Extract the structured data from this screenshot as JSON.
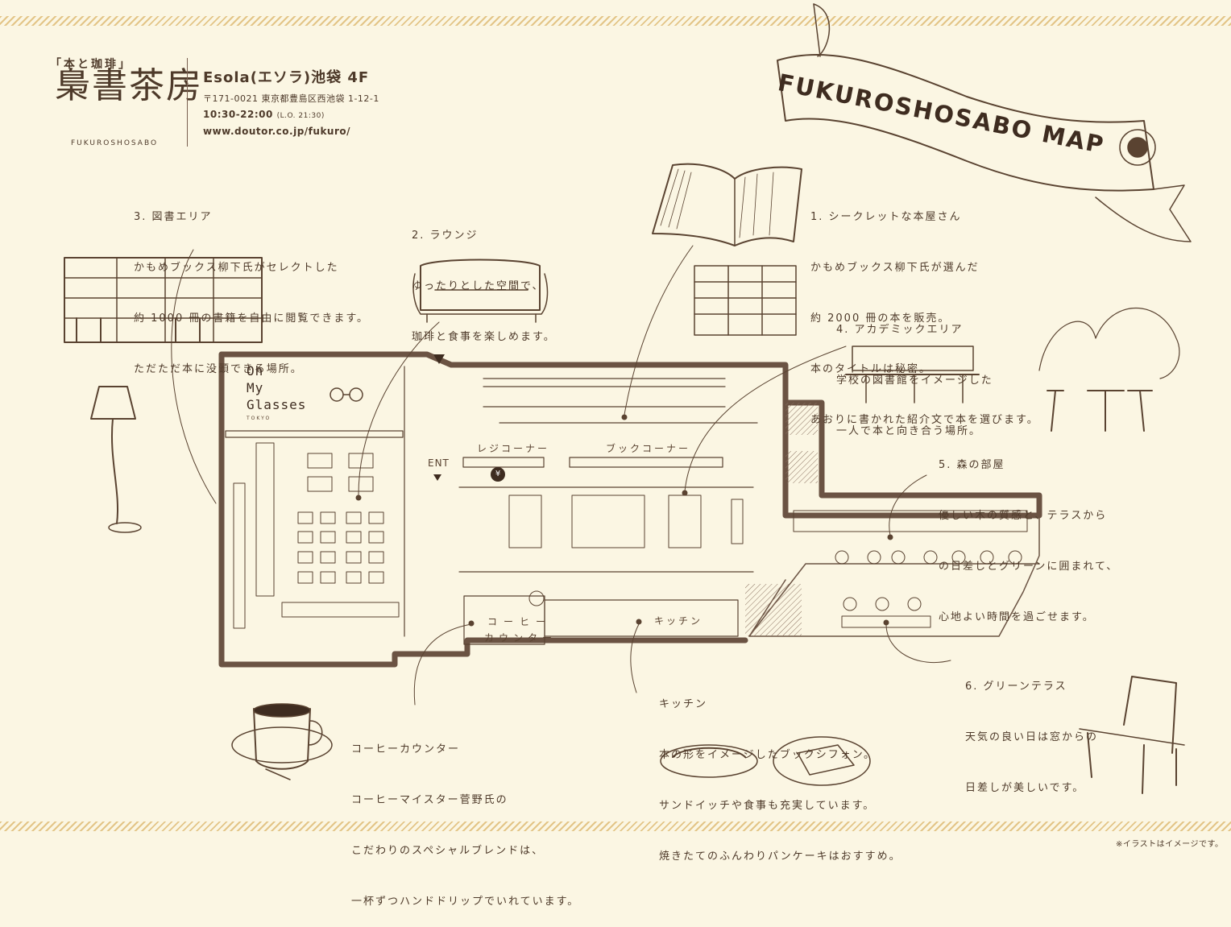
{
  "brand": {
    "tagline": "「本と珈琲」",
    "logo_text": "梟書茶房",
    "name_en": "FUKUROSHOSABO"
  },
  "store": {
    "name": "Esola(エソラ)池袋 4F",
    "address": "〒171-0021 東京都豊島区西池袋 1-12-1",
    "hours": "10:30-22:00",
    "last_order": "(L.O. 21:30)",
    "url": "www.doutor.co.jp/fukuro/"
  },
  "banner": {
    "title": "FUKUROSHOSABO MAP"
  },
  "areas": [
    {
      "id": "secret-bookstore",
      "lines": [
        "1. シークレットな本屋さん",
        "かもめブックス柳下氏が選んだ",
        "約 2000 冊の本を販売。",
        "本のタイトルは秘密。",
        "あおりに書かれた紹介文で本を選びます。"
      ]
    },
    {
      "id": "lounge",
      "lines": [
        "2. ラウンジ",
        "ゆったりとした空間で、",
        "珈琲と食事を楽しめます。"
      ]
    },
    {
      "id": "library-area",
      "lines": [
        "3. 図書エリア",
        "かもめブックス柳下氏がセレクトした",
        "約 1000 冊の書籍を自由に閲覧できます。",
        "ただただ本に没頭できる場所。"
      ]
    },
    {
      "id": "academic-area",
      "lines": [
        "4. アカデミックエリア",
        "学校の図書館をイメージした",
        "一人で本と向き合う場所。"
      ]
    },
    {
      "id": "forest-room",
      "lines": [
        "5. 森の部屋",
        "優しい木の質感と、テラスから",
        "の日差しとグリーンに囲まれて、",
        "心地よい時間を過ごせます。"
      ]
    },
    {
      "id": "green-terrace",
      "lines": [
        "6. グリーンテラス",
        "天気の良い日は窓からの",
        "日差しが美しいです。"
      ]
    },
    {
      "id": "kitchen",
      "lines": [
        "キッチン",
        "本の形をイメージしたブックシフォン。",
        "サンドイッチや食事も充実しています。",
        "焼きたてのふんわりパンケーキはおすすめ。"
      ]
    },
    {
      "id": "coffee-counter",
      "lines": [
        "コーヒーカウンター",
        "コーヒーマイスター菅野氏の",
        "こだわりのスペシャルブレンドは、",
        "一杯ずつハンドドリップでいれています。"
      ]
    }
  ],
  "floorplan": {
    "tenant_line1": "Oh",
    "tenant_line2": "My",
    "tenant_line3": "Glasses",
    "tenant_city": "TOKYO",
    "entrance": "ENT",
    "register_corner": "レジコーナー",
    "book_corner": "ブックコーナー",
    "yen_symbol": "¥",
    "coffee_counter_1": "コーヒー",
    "coffee_counter_2": "カウンター",
    "kitchen": "キッチン"
  },
  "footnote": "※イラストはイメージです。",
  "colors": {
    "background": "#fbf6e3",
    "ink": "#4e3a2a",
    "stripe": "#e3c587",
    "wall": "#6b5343"
  }
}
